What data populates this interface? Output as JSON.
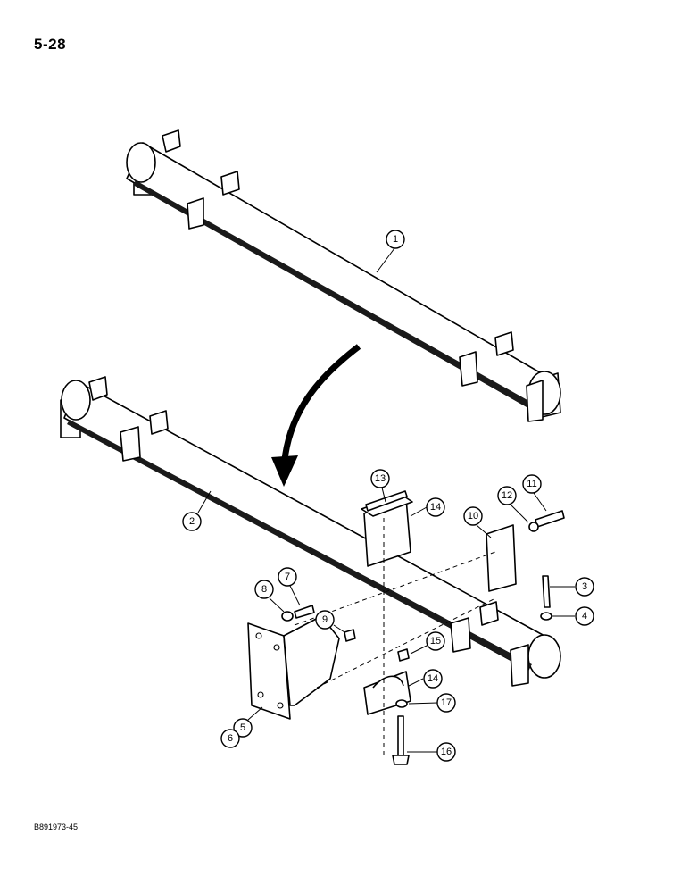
{
  "page": {
    "number": "5-28",
    "figure_code": "B891973-45"
  },
  "callouts": [
    "1",
    "2",
    "3",
    "4",
    "5",
    "6",
    "7",
    "8",
    "9",
    "10",
    "11",
    "12",
    "13",
    "14",
    "14",
    "15",
    "16",
    "17"
  ]
}
